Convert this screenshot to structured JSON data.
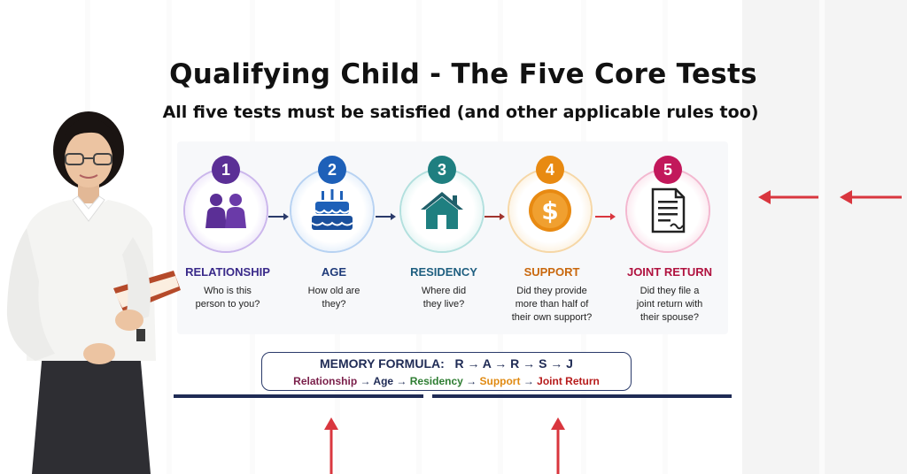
{
  "header": {
    "title": "Qualifying Child - The Five Core Tests",
    "subtitle": "All five tests must be satisfied (and other applicable rules too)"
  },
  "tests": [
    {
      "number": "1",
      "label": "RELATIONSHIP",
      "question_line1": "Who is this",
      "question_line2": "person to you?",
      "question_line3": "",
      "color": "#5b2f96",
      "ring": "#cbb6ec",
      "icon": "two-people-icon"
    },
    {
      "number": "2",
      "label": "AGE",
      "question_line1": "How old are",
      "question_line2": "they?",
      "question_line3": "",
      "color": "#1e60b8",
      "ring": "#b7d2f2",
      "icon": "birthday-cake-icon"
    },
    {
      "number": "3",
      "label": "RESIDENCY",
      "question_line1": "Where did",
      "question_line2": "they live?",
      "question_line3": "",
      "color": "#1f7f80",
      "ring": "#b2e0de",
      "icon": "house-icon"
    },
    {
      "number": "4",
      "label": "SUPPORT",
      "question_line1": "Did they provide",
      "question_line2": "more than half of",
      "question_line3": "their own support?",
      "color": "#e88a12",
      "ring": "#f6d7a6",
      "icon": "dollar-coin-icon"
    },
    {
      "number": "5",
      "label": "JOINT RETURN",
      "question_line1": "Did they file a",
      "question_line2": "joint return with",
      "question_line3": "their spouse?",
      "color": "#c2185b",
      "ring": "#f3b7cf",
      "icon": "tax-form-icon"
    }
  ],
  "formula": {
    "heading": "MEMORY FORMULA:",
    "letters": "R → A → R → S → J",
    "relationship": "Relationship",
    "age": "Age",
    "residency": "Residency",
    "support": "Support",
    "joint_return": "Joint Return",
    "sep": "→"
  },
  "colors": {
    "relationship": "#7a1f4a",
    "age": "#1f2b55",
    "residency": "#2e7d32",
    "support": "#e08a12",
    "joint_return": "#b71c1c",
    "arrow_red": "#d9363e"
  }
}
